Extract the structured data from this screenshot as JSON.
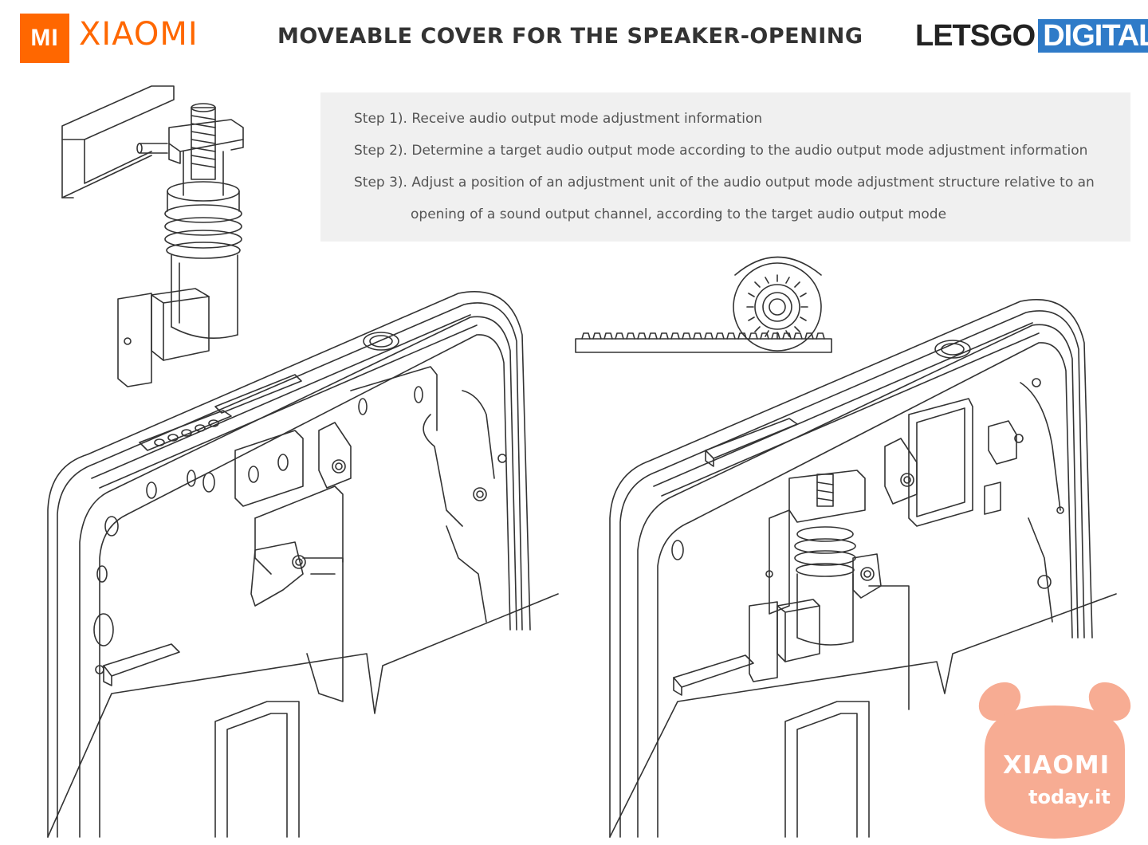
{
  "header": {
    "mi_mark": "MI",
    "brand": "XIAOMI",
    "title": "MOVEABLE COVER FOR THE SPEAKER-OPENING",
    "source_logo_part1": "LETSGO",
    "source_logo_part2": "DIGITAL"
  },
  "steps": [
    "Step 1). Receive audio output mode adjustment information",
    "Step 2). Determine a target audio output mode according to the audio output mode adjustment information",
    "Step 3). Adjust a position of an adjustment unit of the audio output mode adjustment structure relative to an",
    "opening of a sound output channel, according to the target audio output mode"
  ],
  "watermark": {
    "line1": "XIAOMI",
    "line2": "today.it"
  },
  "colors": {
    "xiaomi_orange": "#ff6700",
    "letsgo_blue": "#2f7bc8",
    "watermark_peach": "#f7a58a",
    "step_panel": "#f0f0f0",
    "line_art": "#333333"
  }
}
